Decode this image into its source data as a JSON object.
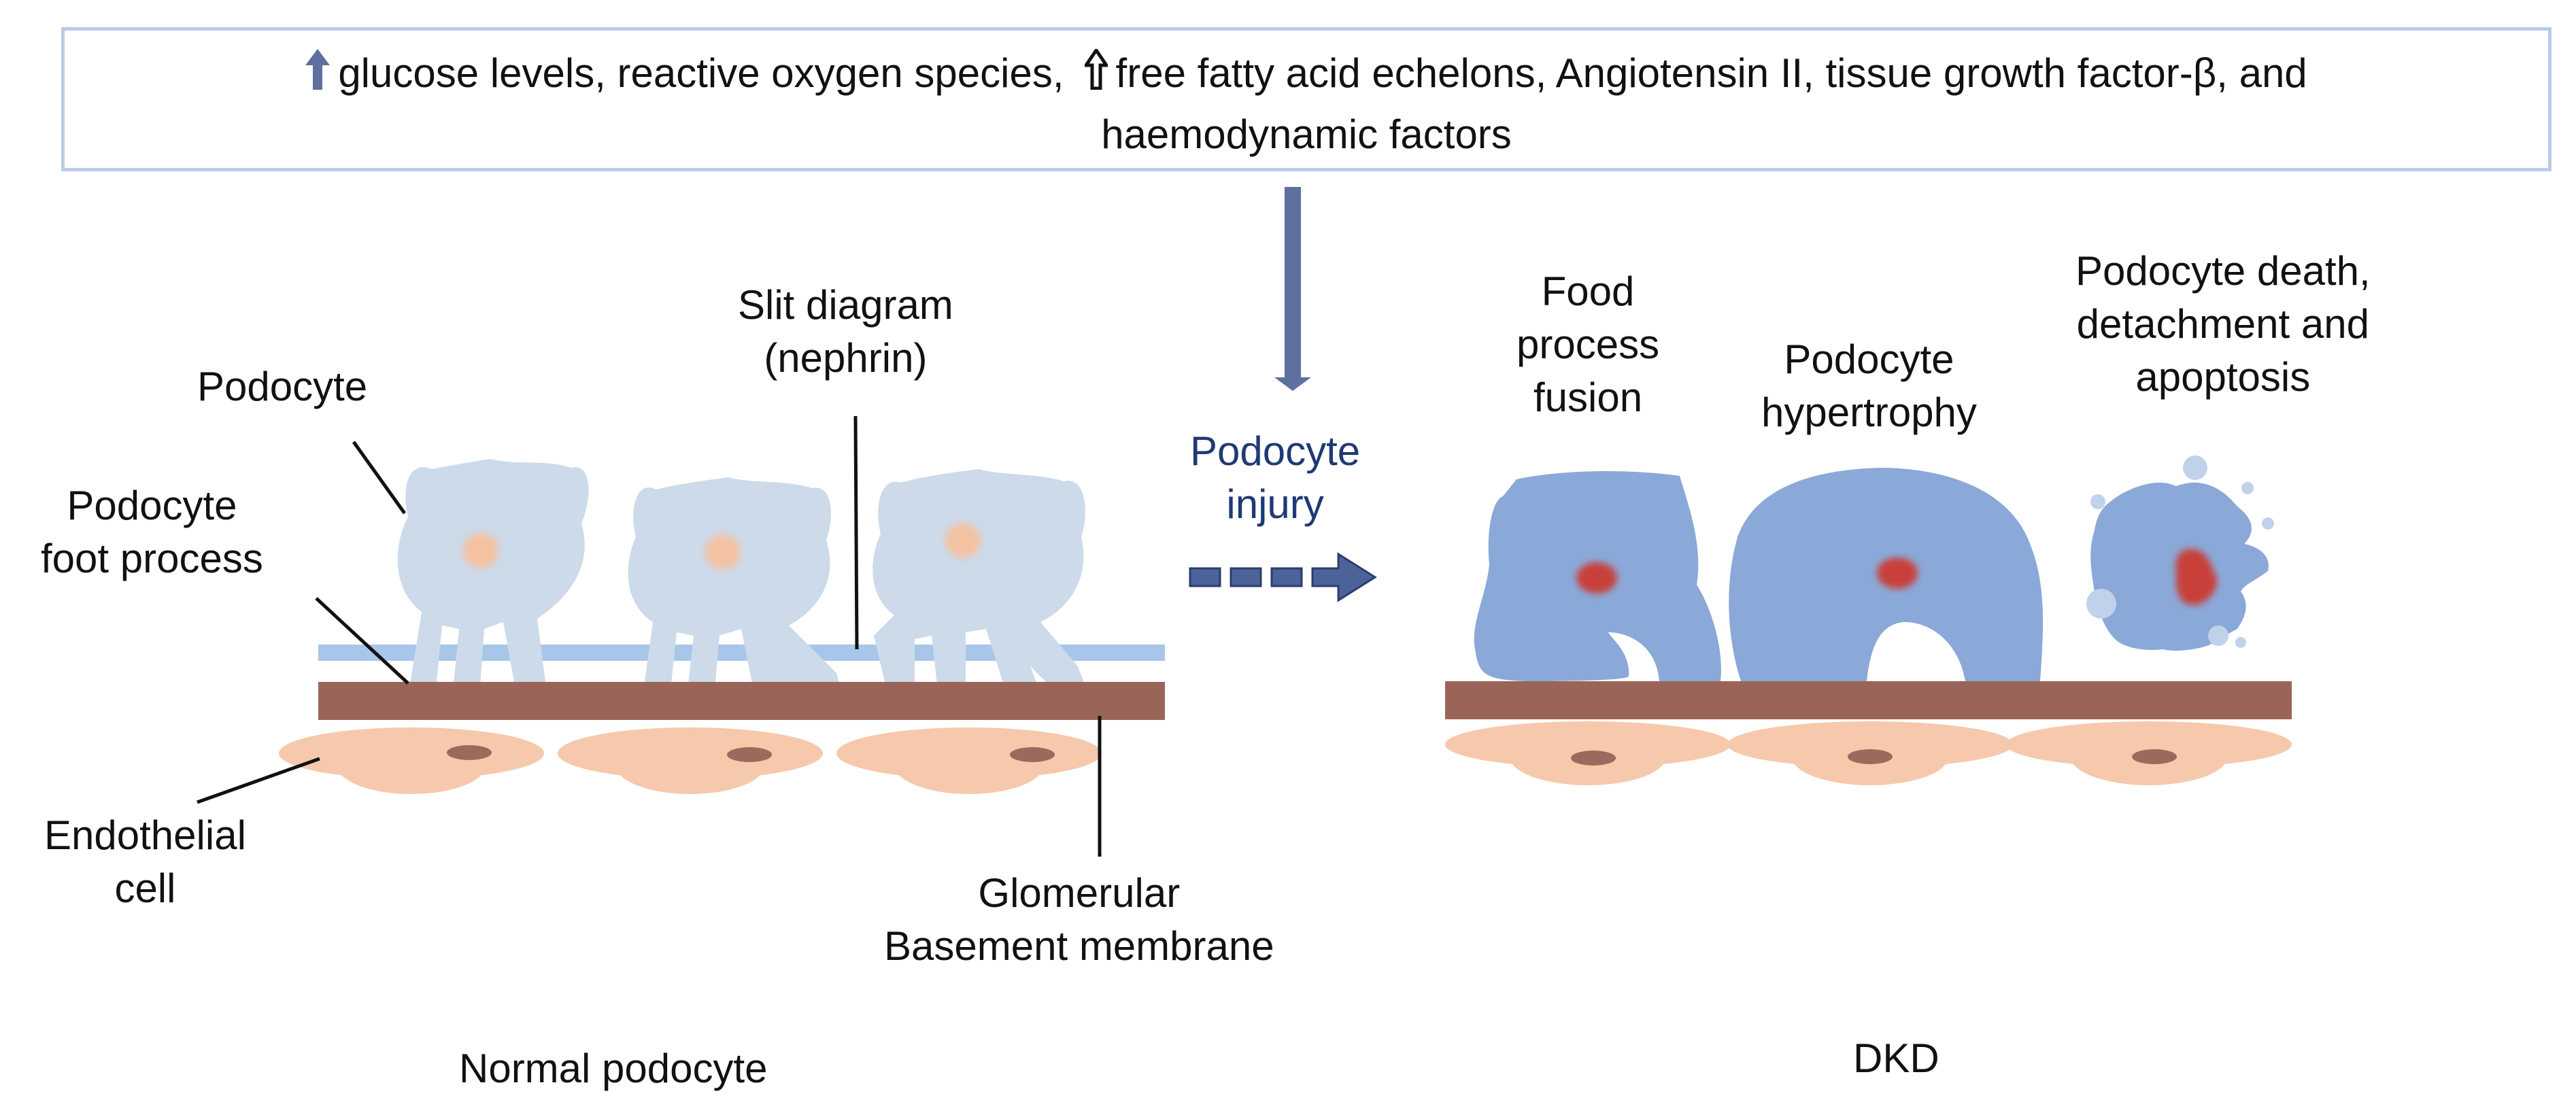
{
  "factors": {
    "part1": "glucose levels, reactive oxygen species,",
    "part2": "free fatty acid echelons, Angiotensin II, tissue growth factor-β, and",
    "line2": "haemodynamic factors",
    "up_arrow_icon": "up-arrow-icon",
    "up_arrow_bold_icon": "bold-up-arrow-icon"
  },
  "normal": {
    "caption": "Normal podocyte",
    "labels": {
      "podocyte": "Podocyte",
      "foot_process": [
        "Podocyte",
        "foot process"
      ],
      "slit": [
        "Slit diagram",
        "(nephrin)"
      ],
      "endothelial": [
        "Endothelial",
        "cell"
      ],
      "gbm": [
        "Glomerular",
        "Basement membrane"
      ]
    }
  },
  "injury": {
    "lines": [
      "Podocyte",
      "injury"
    ]
  },
  "dkd": {
    "caption": "DKD",
    "labels": {
      "fusion": [
        "Food",
        "process",
        "fusion"
      ],
      "hypertrophy": [
        "Podocyte",
        "hypertrophy"
      ],
      "death": [
        "Podocyte death,",
        "detachment and",
        "apoptosis"
      ]
    }
  },
  "colors": {
    "normal_podocyte": "#ccdaea",
    "dkd_podocyte": "#8aa9d8",
    "nucleus_normal": "#f4c2a3",
    "nucleus_dkd": "#c9413a",
    "gbm": "#9a6558",
    "slit": "#a8c6ea",
    "endothelial": "#f6c9ac",
    "endothelial_nucleus": "#9b6a5c",
    "arrow": "#5f6f9e",
    "box_border": "#b9cbe6",
    "injury_text": "#1f3a73"
  }
}
